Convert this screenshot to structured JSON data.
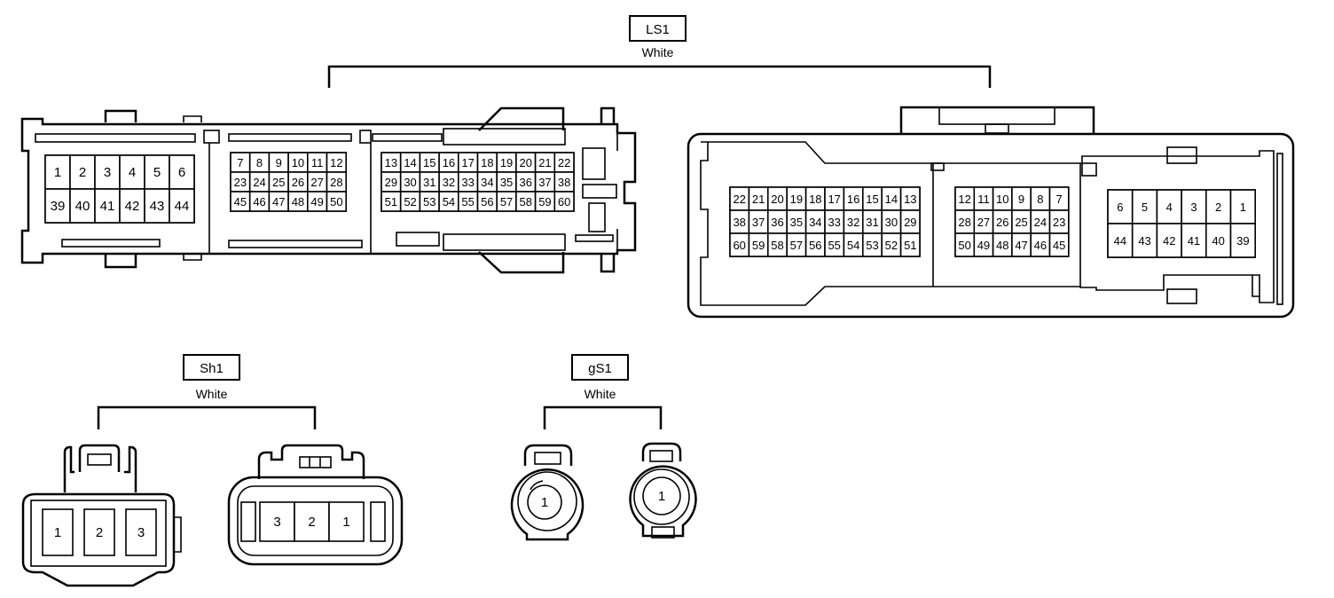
{
  "connectors": {
    "ls1": {
      "name": "LS1",
      "color": "White",
      "left_groups": [
        [
          "1",
          "2",
          "3",
          "4",
          "5",
          "6",
          "39",
          "40",
          "41",
          "42",
          "43",
          "44"
        ],
        [
          "7",
          "8",
          "9",
          "10",
          "11",
          "12",
          "23",
          "24",
          "25",
          "26",
          "27",
          "28",
          "45",
          "46",
          "47",
          "48",
          "49",
          "50"
        ],
        [
          "13",
          "14",
          "15",
          "16",
          "17",
          "18",
          "19",
          "20",
          "21",
          "22",
          "29",
          "30",
          "31",
          "32",
          "33",
          "34",
          "35",
          "36",
          "37",
          "38",
          "51",
          "52",
          "53",
          "54",
          "55",
          "56",
          "57",
          "58",
          "59",
          "60"
        ]
      ],
      "right_groups": [
        [
          "22",
          "21",
          "20",
          "19",
          "18",
          "17",
          "16",
          "15",
          "14",
          "13",
          "38",
          "37",
          "36",
          "35",
          "34",
          "33",
          "32",
          "31",
          "30",
          "29",
          "60",
          "59",
          "58",
          "57",
          "56",
          "55",
          "54",
          "53",
          "52",
          "51"
        ],
        [
          "12",
          "11",
          "10",
          "9",
          "8",
          "7",
          "28",
          "27",
          "26",
          "25",
          "24",
          "23",
          "50",
          "49",
          "48",
          "47",
          "46",
          "45"
        ],
        [
          "6",
          "5",
          "4",
          "3",
          "2",
          "1",
          "44",
          "43",
          "42",
          "41",
          "40",
          "39"
        ]
      ]
    },
    "sh1": {
      "name": "Sh1",
      "color": "White",
      "left_pins": [
        "1",
        "2",
        "3"
      ],
      "right_pins": [
        "3",
        "2",
        "1"
      ]
    },
    "gs1": {
      "name": "gS1",
      "color": "White",
      "left_pin": "1",
      "right_pin": "1"
    }
  }
}
